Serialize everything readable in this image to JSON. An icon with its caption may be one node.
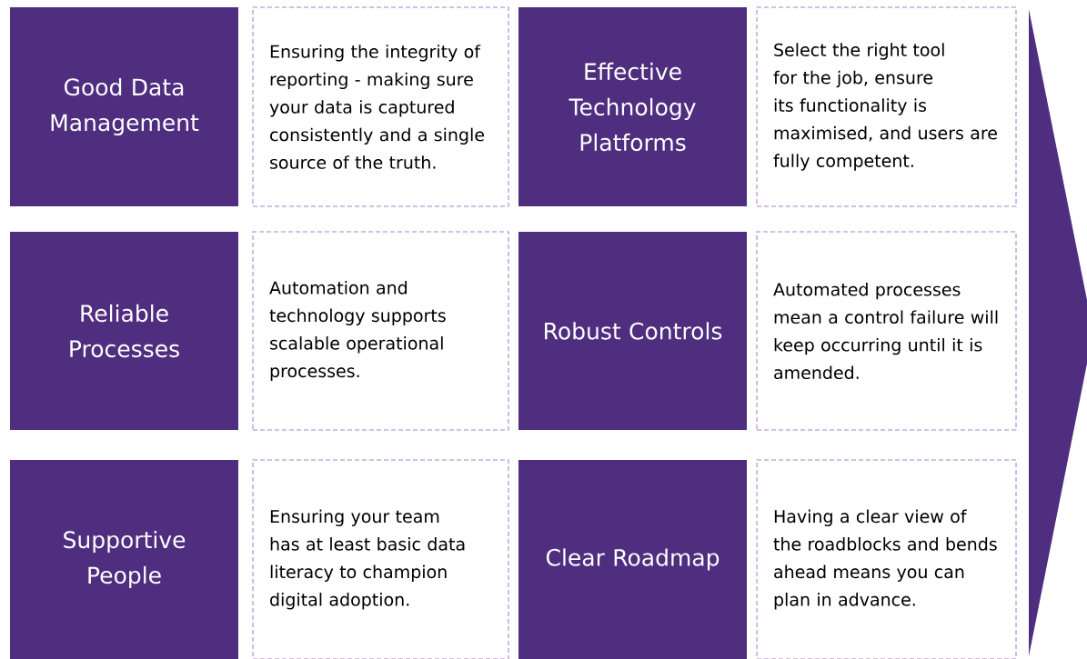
{
  "diagram": {
    "nodes": [
      {
        "text": [
          "Good Data Management"
        ]
      },
      {
        "text": [
          "Ensuring the integrity of reporting - making sure your data is captured consistently and a single source of the truth."
        ]
      },
      {
        "text": [
          "Effective Technology Platforms"
        ]
      },
      {
        "text": [
          "Select the right tool for the job, ensure its functionality is maximised, and users are fully competent."
        ]
      },
      {
        "text": [
          "Reliable Processes"
        ]
      },
      {
        "text": [
          "Automation and technology supports scalable operational processes."
        ]
      },
      {
        "text": [
          "Robust Controls"
        ]
      },
      {
        "text": [
          "Automated processes mean a control failure will keep occurring until it is amended."
        ]
      },
      {
        "text": [
          "Supportive People"
        ]
      },
      {
        "text": [
          "Ensuring your team has at least  basic data literacy to champion digital adoption."
        ]
      },
      {
        "text": [
          "Clear Roadmap"
        ]
      },
      {
        "text": [
          "Having a clear view of the roadblocks and bends ahead means you can plan in advance."
        ]
      }
    ]
  }
}
